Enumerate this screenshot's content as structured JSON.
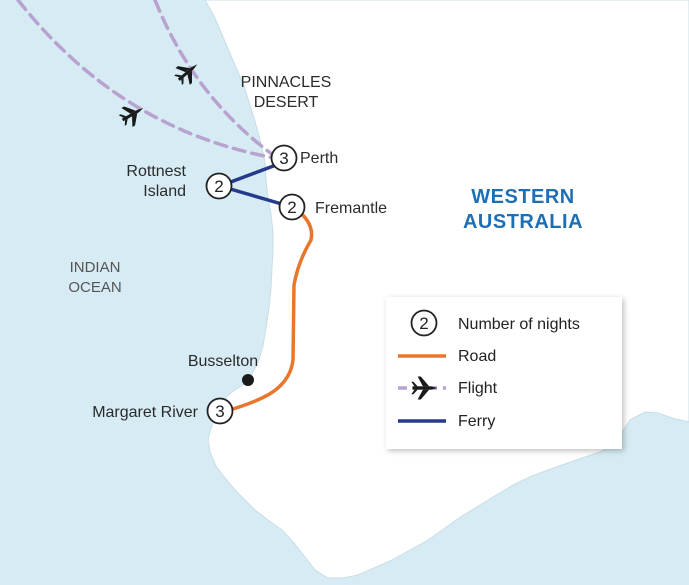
{
  "labels": {
    "pinnacles_line1": "PINNACLES",
    "pinnacles_line2": "DESERT",
    "perth": "Perth",
    "rottnest_line1": "Rottnest",
    "rottnest_line2": "Island",
    "fremantle": "Fremantle",
    "region_line1": "WESTERN",
    "region_line2": "AUSTRALIA",
    "ocean_line1": "INDIAN",
    "ocean_line2": "OCEAN",
    "busselton": "Busselton",
    "margaret_river": "Margaret River"
  },
  "stops": {
    "perth_nights": "3",
    "rottnest_nights": "2",
    "fremantle_nights": "2",
    "margaret_river_nights": "3"
  },
  "legend": {
    "sample_nights": "2",
    "nights_label": "Number of nights",
    "road_label": "Road",
    "flight_label": "Flight",
    "ferry_label": "Ferry"
  },
  "colors": {
    "sea": "#d6ebf3",
    "land": "#ffffff",
    "road": "#e8762c",
    "flight": "#b8a2d0",
    "ferry": "#263a8c",
    "region_label": "#1f6fb5"
  },
  "icons": {
    "plane": "plane-icon",
    "town_marker": "town-dot-icon",
    "night_marker": "night-count-circle"
  }
}
